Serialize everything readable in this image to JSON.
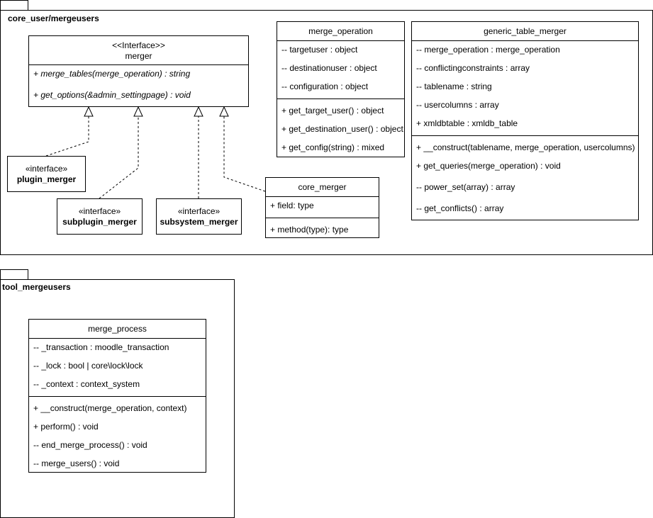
{
  "packages": {
    "core": {
      "title": "core_user/mergeusers"
    },
    "tool": {
      "title": "tool_mergeusers"
    }
  },
  "merger": {
    "stereotype": "<<Interface>>",
    "name": "merger",
    "methods": [
      "+ merge_tables(merge_operation) : string",
      "+ get_options(&admin_settingpage) : void"
    ]
  },
  "plugin_merger": {
    "stereotype": "«interface»",
    "name": "plugin_merger"
  },
  "subplugin_merger": {
    "stereotype": "«interface»",
    "name": "subplugin_merger"
  },
  "subsystem_merger": {
    "stereotype": "«interface»",
    "name": "subsystem_merger"
  },
  "core_merger": {
    "name": "core_merger",
    "fields": [
      "+ field: type"
    ],
    "methods": [
      "+ method(type): type"
    ]
  },
  "merge_operation": {
    "name": "merge_operation",
    "fields": [
      "-- targetuser : object",
      "-- destinationuser : object",
      "-- configuration : object"
    ],
    "methods": [
      "+ get_target_user() : object",
      "+ get_destination_user() : object",
      "+ get_config(string) : mixed"
    ]
  },
  "generic_table_merger": {
    "name": "generic_table_merger",
    "fields": [
      "-- merge_operation : merge_operation",
      "-- conflictingconstraints : array",
      "-- tablename : string",
      "-- usercolumns : array",
      "+ xmldbtable : xmldb_table"
    ],
    "methods": [
      "+ __construct(tablename, merge_operation, usercolumns)",
      "+ get_queries(merge_operation) : void",
      "-- power_set(array) : array",
      "-- get_conflicts() : array"
    ]
  },
  "merge_process": {
    "name": "merge_process",
    "fields": [
      "-- _transaction : moodle_transaction",
      "-- _lock : bool | core\\lock\\lock",
      "-- _context : context_system"
    ],
    "methods": [
      "+ __construct(merge_operation, context)",
      "+ perform() : void",
      "-- end_merge_process() : void",
      "-- merge_users() : void"
    ]
  },
  "colors": {
    "line": "#000000",
    "background": "#ffffff"
  }
}
